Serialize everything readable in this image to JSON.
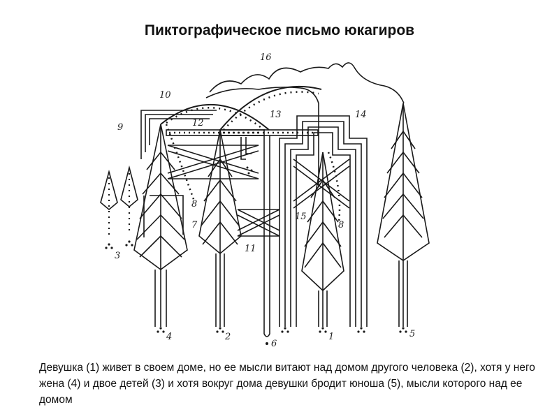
{
  "title": "Пиктографическое письмо юкагиров",
  "figure": {
    "labels": {
      "l1": "1",
      "l2": "2",
      "l3": "3",
      "l4": "4",
      "l5": "5",
      "l6": "6",
      "l7": "7",
      "l8a": "8",
      "l8b": "8",
      "l9": "9",
      "l10": "10",
      "l11": "11",
      "l12": "12",
      "l13": "13",
      "l14": "14",
      "l15": "15",
      "l16": "16"
    },
    "ink_color": "#1a1a1a"
  },
  "caption": {
    "text": "Девушка (1) живет в своем доме, но ее мысли витают над домом другого человека (2), хотя у него жена (4) и двое детей (3) и хотя вокруг дома девушки бродит юноша (5), мысли которого над ее домом"
  }
}
